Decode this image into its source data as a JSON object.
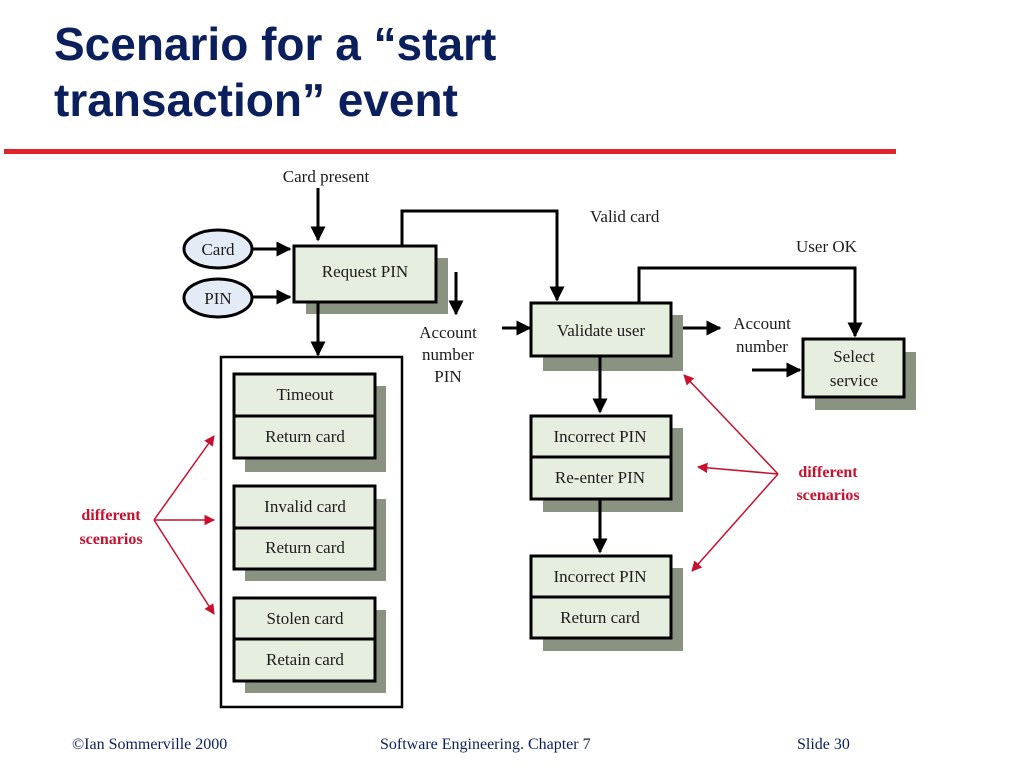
{
  "slide": {
    "title_line1": "Scenario for a “start",
    "title_line2": "transaction” event",
    "footer_left": "©Ian Sommerville 2000",
    "footer_center": "Software Engineering. Chapter 7",
    "footer_right": "Slide  30"
  },
  "diagram": {
    "card_present": "Card present",
    "card": "Card",
    "pin": "PIN",
    "request_pin": "Request PIN",
    "valid_card": "Valid card",
    "user_ok": "User OK",
    "account_left": [
      "Account",
      "number",
      "PIN"
    ],
    "validate_user": "Validate user",
    "account_right": [
      "Account",
      "number"
    ],
    "select_service": [
      "Select",
      "service"
    ],
    "timeout": "Timeout",
    "return_card_1": "Return card",
    "invalid_card": "Invalid card",
    "return_card_2": "Return card",
    "stolen_card": "Stolen card",
    "retain_card": "Retain card",
    "incorrect_pin_1": "Incorrect PIN",
    "re_enter_pin": "Re-enter PIN",
    "incorrect_pin_2": "Incorrect PIN",
    "return_card_3": "Return card",
    "different_left": [
      "different",
      "scenarios"
    ],
    "different_right": [
      "different",
      "scenarios"
    ]
  },
  "colors": {
    "title": "#0b1f5c",
    "rule": "#e3232b",
    "annotation": "#c8102e",
    "box_fill": "#e6eedf",
    "shadow": "#8a9282"
  }
}
